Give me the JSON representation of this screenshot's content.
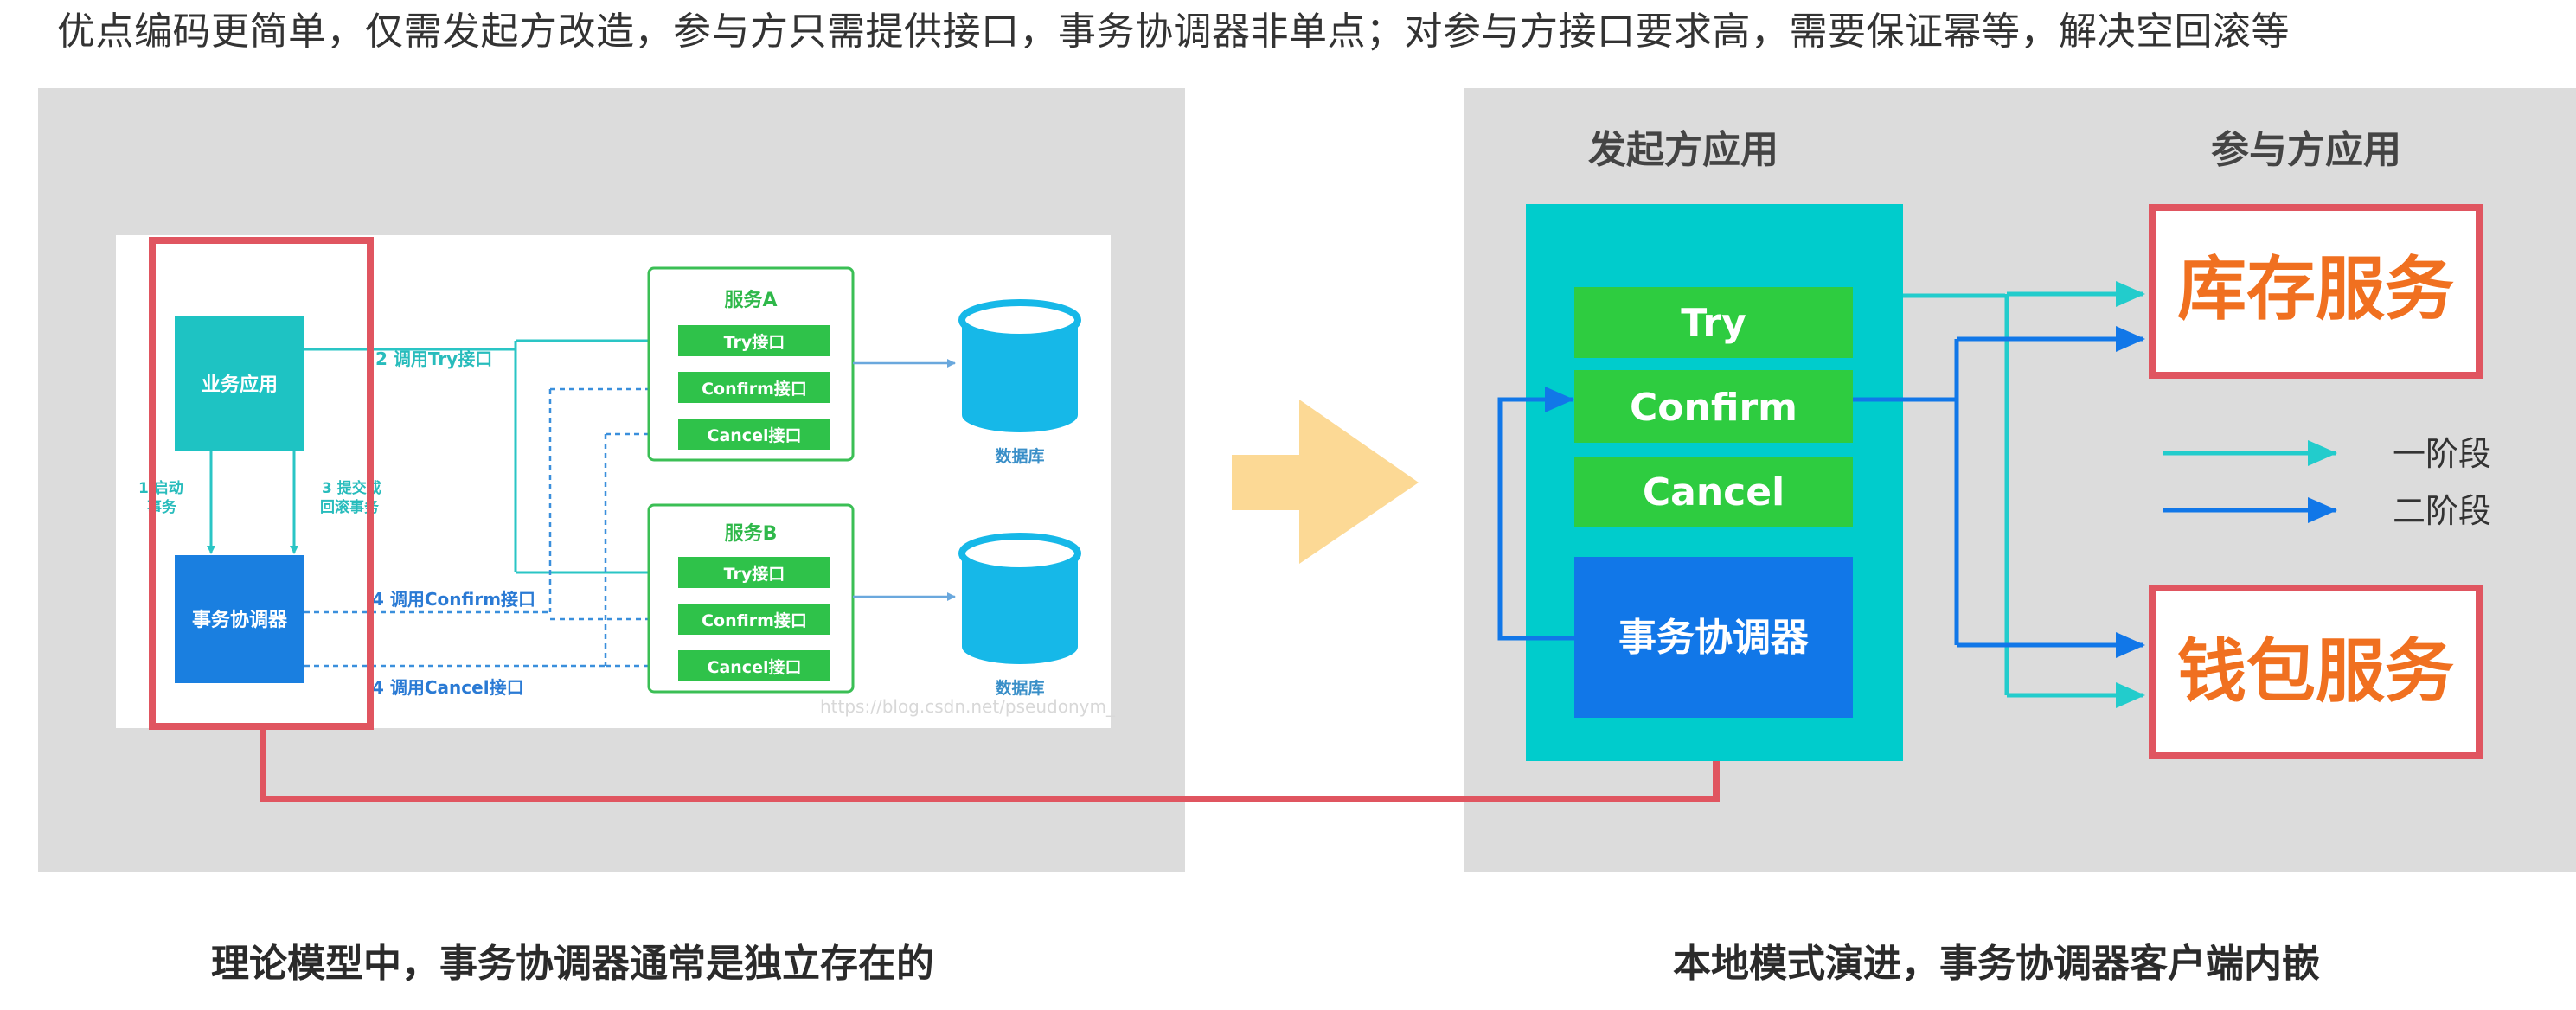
{
  "top_caption": "优点编码更简单，仅需发起方改造，参与方只需提供接口，事务协调器非单点；对参与方接口要求高，需要保证幂等，解决空回滚等",
  "left": {
    "caption": "理论模型中，事务协调器通常是独立存在的",
    "biz_app": "业务应用",
    "coordinator": "事务协调器",
    "step1": "1 启动\n事务",
    "step3": "3 提交或\n回滚事务",
    "call_try": "2 调用Try接口",
    "call_confirm": "4 调用Confirm接口",
    "call_cancel": "4 调用Cancel接口",
    "service_a": "服务A",
    "service_b": "服务B",
    "try_api": "Try接口",
    "confirm_api": "Confirm接口",
    "cancel_api": "Cancel接口",
    "database": "数据库",
    "watermark": "https://blog.csdn.net/pseudonym_"
  },
  "right": {
    "caption": "本地模式演进，事务协调器客户端内嵌",
    "initiator_title": "发起方应用",
    "participant_title": "参与方应用",
    "try": "Try",
    "confirm": "Confirm",
    "cancel": "Cancel",
    "coordinator": "事务协调器",
    "inventory_service": "库存服务",
    "wallet_service": "钱包服务",
    "phase1": "一阶段",
    "phase2": "二阶段"
  },
  "colors": {
    "panel_bg": "#dcdcdc",
    "teal": "#00cccc",
    "green": "#2ecc40",
    "blue": "#1177e8",
    "red_frame": "#e05560",
    "orange_text": "#f07020",
    "arrow_yellow": "#fcd995",
    "phase1_line": "#22cccc",
    "phase2_line": "#1177e8"
  }
}
